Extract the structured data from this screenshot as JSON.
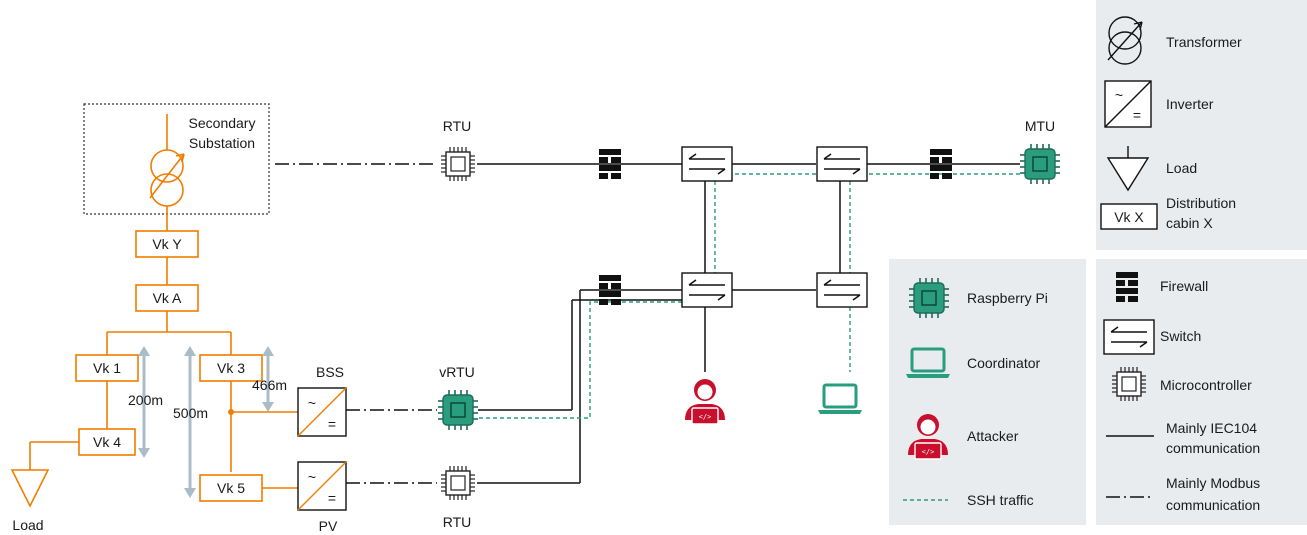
{
  "substation": {
    "label_line1": "Secondary",
    "label_line2": "Substation"
  },
  "cabins": {
    "vk_y": "Vk Y",
    "vk_a": "Vk A",
    "vk_1": "Vk 1",
    "vk_3": "Vk 3",
    "vk_4": "Vk 4",
    "vk_5": "Vk 5"
  },
  "distances": {
    "d200": "200m",
    "d500": "500m",
    "d466": "466m"
  },
  "assets": {
    "load": "Load",
    "bss": "BSS",
    "pv": "PV"
  },
  "devices": {
    "rtu_top": "RTU",
    "mtu": "MTU",
    "vrtu": "vRTU",
    "rtu_bottom": "RTU"
  },
  "inverter_symbols": {
    "ac": "~",
    "dc": "="
  },
  "legend_components": {
    "transformer": "Transformer",
    "inverter": "Inverter",
    "load": "Load",
    "vk_box": "Vk X",
    "cabin_line1": "Distribution",
    "cabin_line2": "cabin X"
  },
  "legend_actors": {
    "raspberry_pi": "Raspberry Pi",
    "coordinator": "Coordinator",
    "attacker": "Attacker",
    "ssh": "SSH traffic"
  },
  "legend_network": {
    "firewall": "Firewall",
    "switch": "Switch",
    "microcontroller": "Microcontroller",
    "iec104_line1": "Mainly IEC104",
    "iec104_line2": "communication",
    "modbus_line1": "Mainly Modbus",
    "modbus_line2": "communication"
  },
  "colors": {
    "grid_orange": "#f07d00",
    "raspberry_green": "#2a9d7e",
    "attacker_red": "#c8102e",
    "distance_arrow": "#a9bcc7",
    "legend_panel": "#e9ecee"
  }
}
